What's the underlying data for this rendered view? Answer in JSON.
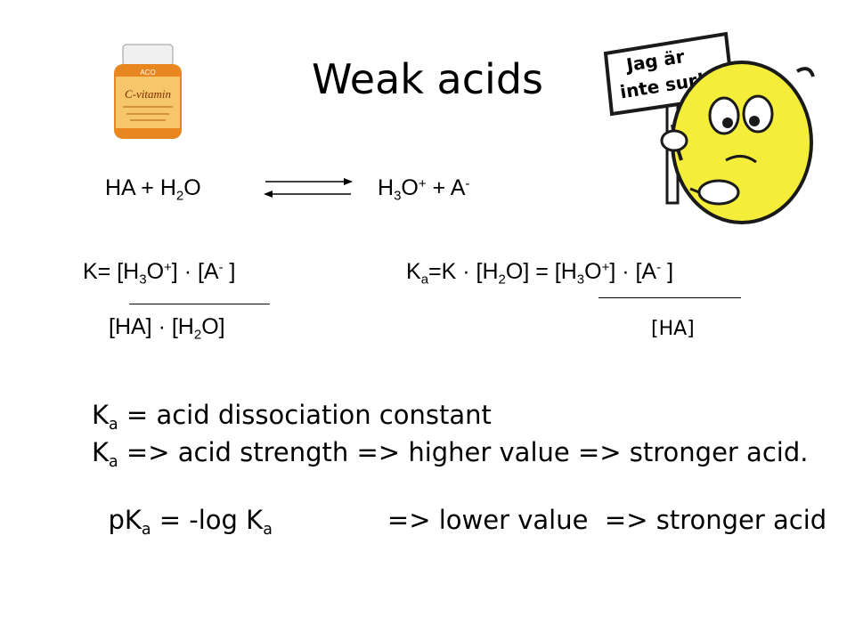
{
  "title": "Weak acids",
  "bottle": {
    "brand": "ACO",
    "label": "C-vitamin"
  },
  "lemon_sign": {
    "line1": "Jag är",
    "line2": "inte sur!"
  },
  "reaction": {
    "reactant_ha": "HA + H",
    "reactant_sub": "2",
    "reactant_o": "O",
    "product_h": "H",
    "product_sub": "3",
    "product_o": "O",
    "product_sup": "+",
    "product_plus_a": " + A",
    "product_sup2": "-"
  },
  "k_expr": {
    "lhs": "K= [H",
    "sub1": "3",
    "o1": "O",
    "sup1": "+",
    "mid": "] · [A",
    "sup2": "-",
    "end": " ]",
    "den_a": "[HA] · [H",
    "den_sub": "2",
    "den_b": "O]"
  },
  "ka_expr": {
    "k": "K",
    "a_sub": "a",
    "eq": "=K · [H",
    "sub1": "2",
    "mid": "O] = [H",
    "sub2": "3",
    "o": "O",
    "sup1": "+",
    "dot": "] · [A",
    "sup2": "-",
    "end": " ]",
    "den": "[HA]"
  },
  "lines": {
    "l1_k": "K",
    "l1_sub": "a",
    "l1_text": " = acid dissociation constant",
    "l2_k": "K",
    "l2_sub": "a",
    "l2_text": " => acid strength  => higher value => stronger acid.",
    "l3_pk": "pK",
    "l3_sub": "a",
    "l3_mid": " = -log K",
    "l3_sub2": "a",
    "l3_text": "              => lower value  => stronger acid"
  },
  "colors": {
    "bottle_orange": "#e8871f",
    "bottle_label": "#f6c66a",
    "lemon_yellow": "#f4ee3a",
    "lemon_outline": "#1a1a1a"
  }
}
